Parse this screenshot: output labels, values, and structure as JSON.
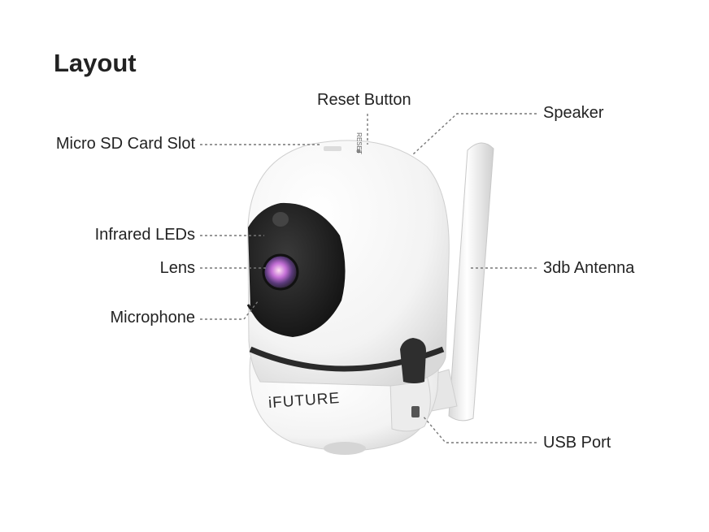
{
  "title": "Layout",
  "brand_logo": "iFUTURE",
  "reset_button_marking": "RESET",
  "labels": {
    "reset_button": "Reset Button",
    "speaker": "Speaker",
    "micro_sd_card_slot": "Micro SD Card Slot",
    "infrared_leds": "Infrared LEDs",
    "lens": "Lens",
    "antenna": "3db Antenna",
    "microphone": "Microphone",
    "usb_port": "USB Port"
  },
  "colors": {
    "camera_body": "#f7f7f7",
    "camera_dark": "#222222",
    "leader_line": "#777777"
  }
}
